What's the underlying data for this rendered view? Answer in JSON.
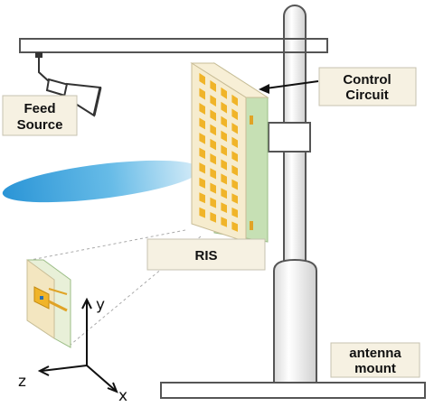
{
  "labels": {
    "feed_source": [
      "Feed",
      "Source"
    ],
    "control_circuit": [
      "Control",
      "Circuit"
    ],
    "ris": "RIS",
    "antenna_mount": [
      "antenna",
      "mount"
    ]
  },
  "axes": {
    "x": "x",
    "y": "y",
    "z": "z"
  },
  "colors": {
    "label_box": "#f6f1e2",
    "patch": "#f0b429",
    "substrate": "#f3e6c0",
    "ground": "#c6e0b4",
    "beam": "#1f9ad6",
    "structure": "#555555"
  }
}
